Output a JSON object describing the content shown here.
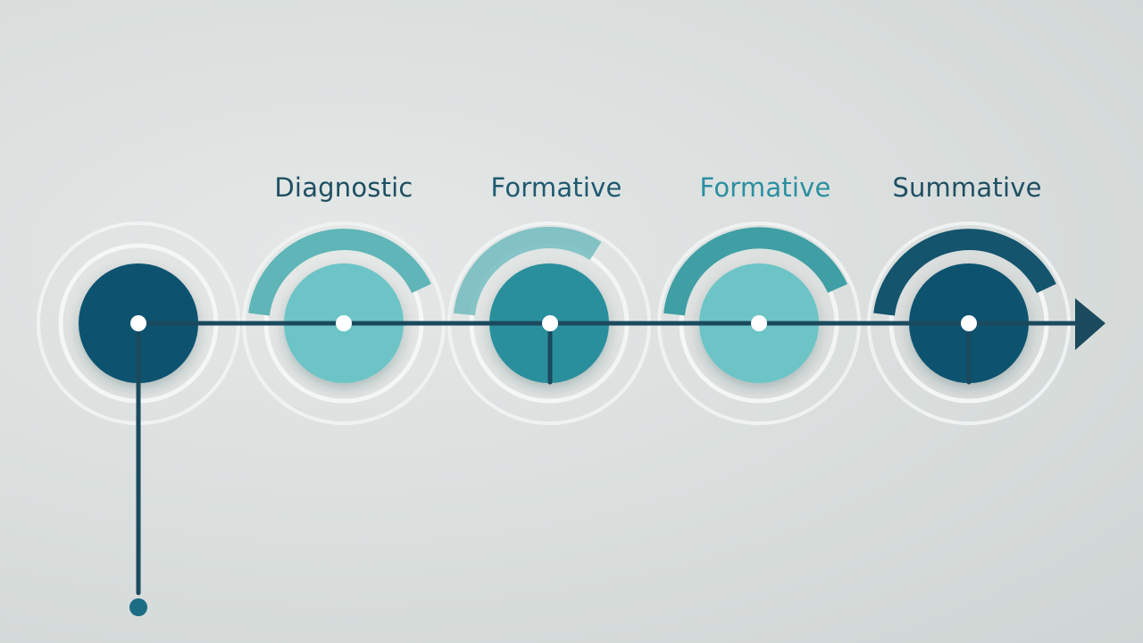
{
  "stages": [
    {
      "label": "Diagnostic",
      "label_color": "#1f4f63",
      "fill_color": "#10536f",
      "arc_color": null
    },
    {
      "label": "Formative",
      "label_color": "#1f5a70",
      "fill_color": "#6cc4c6",
      "arc_color": "#5fb5b7"
    },
    {
      "label": "Formative",
      "label_color": "#2b8fa1",
      "fill_color": "#2b8f9c",
      "arc_color": "#6ab9bc"
    },
    {
      "label": "Summative",
      "label_color": "#1f4f63",
      "fill_color": "#6cc4c6",
      "arc_color": "#3f9fa4"
    },
    {
      "label": "",
      "label_color": "#1f4f63",
      "fill_color": "#10536f",
      "arc_color": "#14546d"
    }
  ],
  "colors": {
    "timeline": "#1b4a5e",
    "ring": "#f2f4f4",
    "node_dot": "#ffffff",
    "endpoint": "#1b6d83"
  }
}
